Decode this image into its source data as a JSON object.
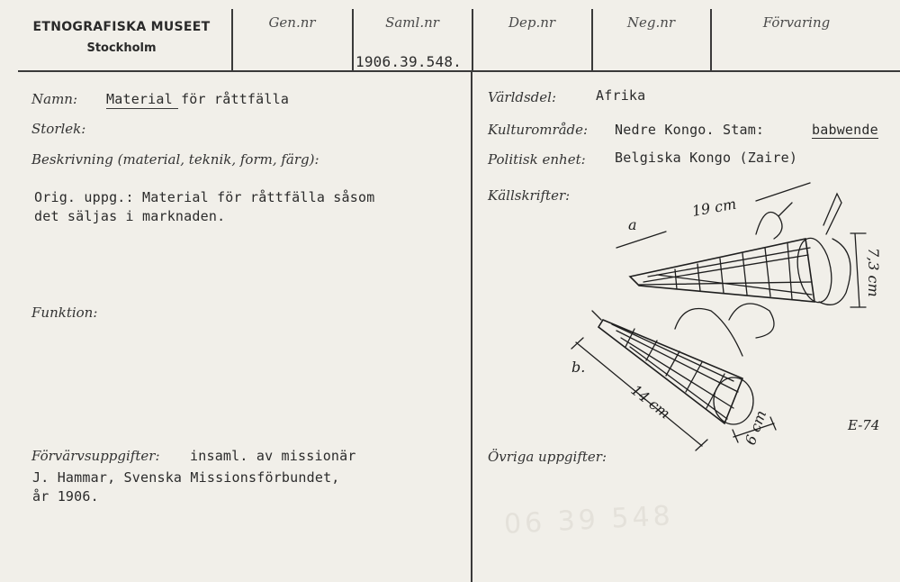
{
  "header": {
    "museum": "ETNOGRAFISKA MUSEET",
    "city": "Stockholm",
    "columns": [
      "Gen.nr",
      "Saml.nr",
      "Dep.nr",
      "Neg.nr",
      "Förvaring"
    ],
    "saml_nr_value": "1906.39.548."
  },
  "left": {
    "namn_label": "Namn:",
    "namn_value": "Material för råttfälla",
    "storlek_label": "Storlek:",
    "beskrivning_label": "Beskrivning (material, teknik, form, färg):",
    "beskrivning_value": "Orig. uppg.: Material för råttfälla såsom\ndet säljas i marknaden.",
    "funktion_label": "Funktion:",
    "forvarv_label": "Förvärvsuppgifter:",
    "forvarv_value_1": "insaml. av missionär",
    "forvarv_value_2": "J. Hammar, Svenska Missionsförbundet,\når 1906."
  },
  "right": {
    "varldsdel_label": "Världsdel:",
    "varldsdel_value": "Afrika",
    "kultur_label": "Kulturområde:",
    "kultur_value": "Nedre Kongo. Stam:",
    "kultur_stam": "babwende",
    "politisk_label": "Politisk enhet:",
    "politisk_value": "Belgiska Kongo (Zaire)",
    "kall_label": "Källskrifter:",
    "ovriga_label": "Övriga uppgifter:"
  },
  "sketch": {
    "label_a": "a",
    "label_b": "b.",
    "dim_19": "19 cm",
    "dim_7": "7,3 cm",
    "dim_14": "14 cm",
    "dim_6": "6 cm",
    "artist_mark": "E-74"
  },
  "stamp": "06 39 548"
}
